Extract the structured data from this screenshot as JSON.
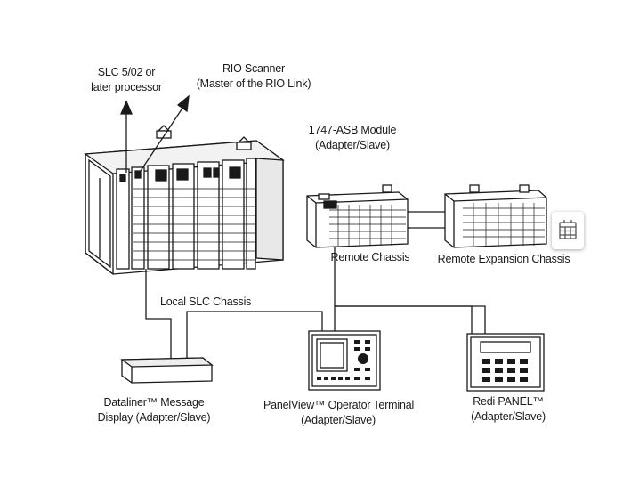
{
  "labels": {
    "slc_processor": [
      "SLC 5/02 or",
      "later processor"
    ],
    "rio_scanner": [
      "RIO Scanner",
      "(Master of the RIO Link)"
    ],
    "asb_module": [
      "1747-ASB Module",
      "(Adapter/Slave)"
    ],
    "remote_chassis": "Remote Chassis",
    "remote_expansion_chassis": "Remote Expansion Chassis",
    "local_slc_chassis": "Local SLC Chassis",
    "dataliner": [
      "Dataliner™ Message",
      "Display (Adapter/Slave)"
    ],
    "panelview": [
      "PanelView™ Operator Terminal",
      "(Adapter/Slave)"
    ],
    "redi_panel": [
      "Redi PANEL™",
      "(Adapter/Slave)"
    ]
  },
  "icons": {
    "corner_widget": "calendar-grid-icon"
  },
  "colors": {
    "line": "#1a1a1a",
    "fill": "#ffffff",
    "shade": "#cfcfcf"
  }
}
